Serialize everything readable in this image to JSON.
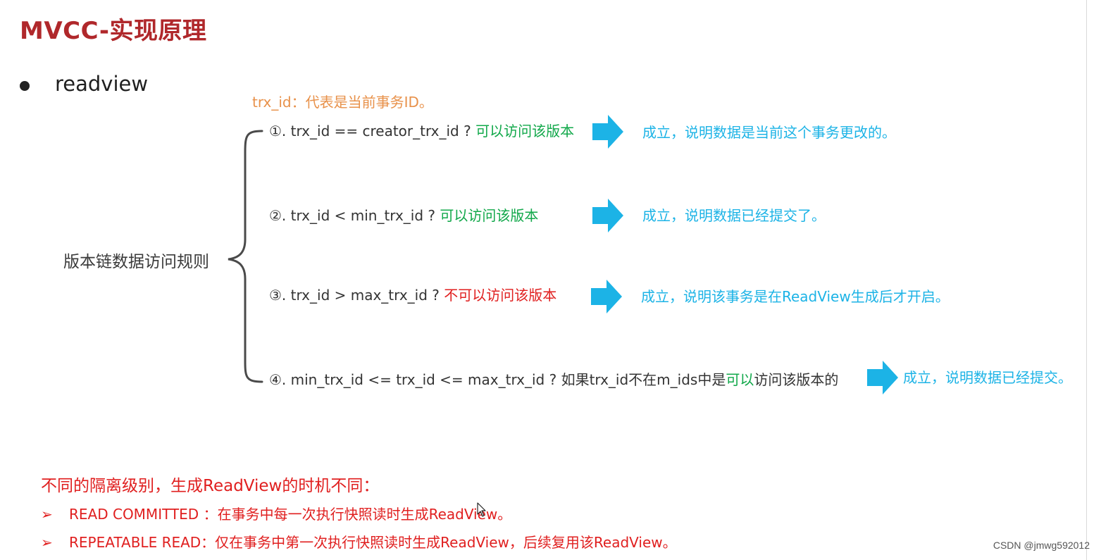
{
  "title": "MVCC-实现原理",
  "bullet": "readview",
  "trx_note": "trx_id：代表是当前事务ID。",
  "brace_label": "版本链数据访问规则",
  "rules": [
    {
      "condition": "①. trx_id  == creator_trx_id ?",
      "verdict": "可以访问该版本",
      "result": "成立，说明数据是当前这个事务更改的。"
    },
    {
      "condition": "②. trx_id < min_trx_id ?",
      "verdict": "可以访问该版本",
      "result": "成立，说明数据已经提交了。"
    },
    {
      "condition": "③. trx_id > max_trx_id ?",
      "verdict": "不可以访问该版本",
      "result": "成立，说明该事务是在ReadView生成后才开启。"
    },
    {
      "condition": "④. min_trx_id <= trx_id <= max_trx_id ?  如果trx_id不在m_ids中是",
      "verdict": "可以",
      "verdict_tail": "访问该版本的",
      "result": "成立，说明数据已经提交。"
    }
  ],
  "isolation": {
    "title": "不同的隔离级别，生成ReadView的时机不同：",
    "items": [
      {
        "marker": "➢",
        "text": "READ COMMITTED ：在事务中每一次执行快照读时生成ReadView。"
      },
      {
        "marker": "➢",
        "text": "REPEATABLE READ：仅在事务中第一次执行快照读时生成ReadView，后续复用该ReadView。"
      }
    ]
  },
  "watermark": "CSDN @jmwg592012",
  "colors": {
    "title": "#b0282b",
    "orange": "#e8914a",
    "green": "#11a84a",
    "red": "#e01f1f",
    "blue": "#1cb3e6"
  },
  "icons": {
    "arrow": "right-arrow-icon",
    "bullet": "bullet-dot-icon",
    "cursor": "mouse-pointer-icon"
  }
}
